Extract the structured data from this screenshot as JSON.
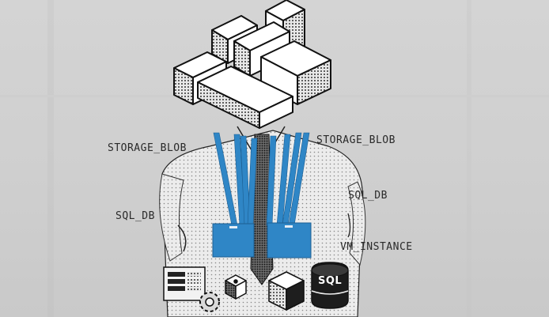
{
  "labels": {
    "storage_blob_left": "STORAGE_BLOB",
    "storage_blob_right": "STORAGE_BLOB",
    "sql_db_right": "SQL_DB",
    "sql_db_left": "SQL_DB",
    "vm_instance": "VM_INSTANCE"
  },
  "icons": {
    "sql_text": "SQL"
  },
  "colors": {
    "background": "#cfcfcf",
    "lanyard": "#2f86c6",
    "ink": "#1c1c1c"
  }
}
